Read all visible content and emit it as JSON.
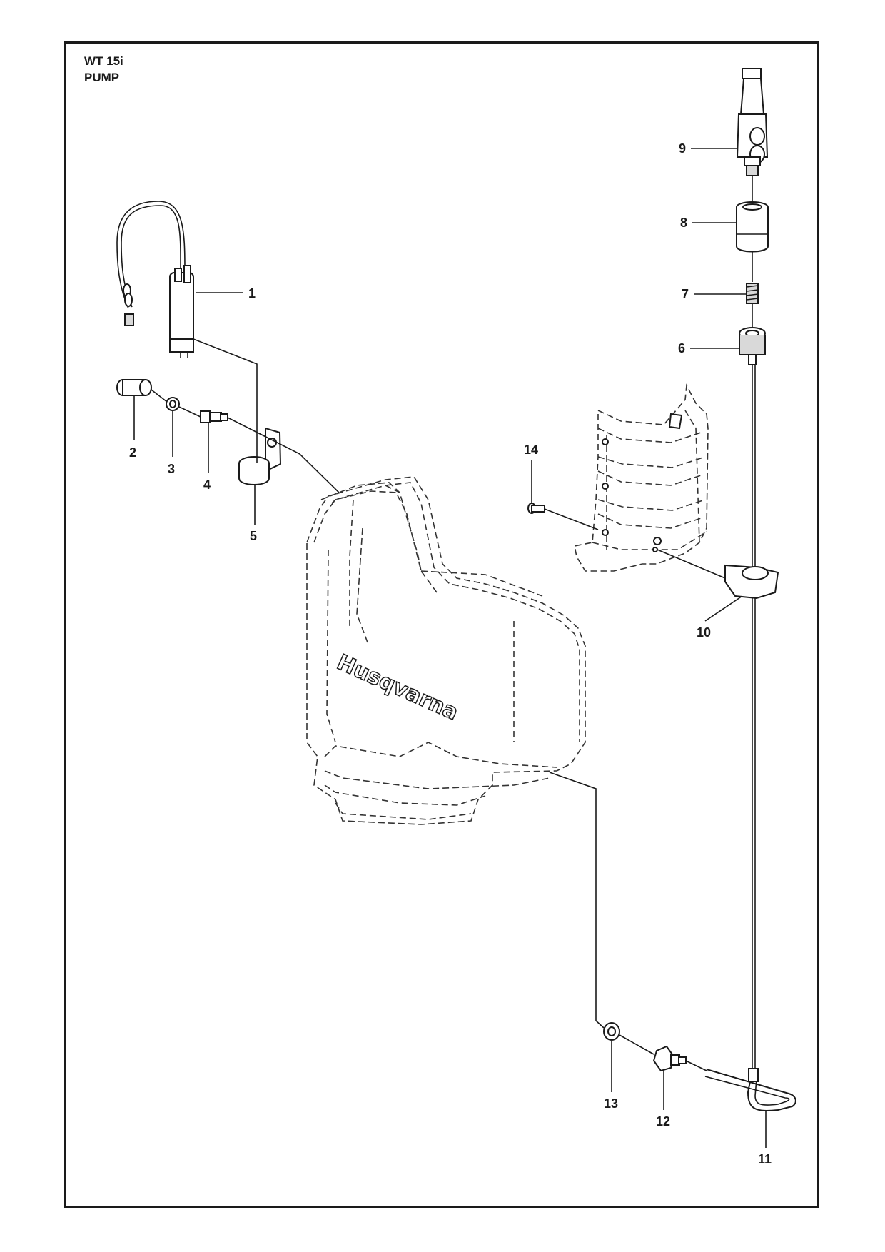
{
  "header": {
    "model": "WT 15i",
    "section": "PUMP"
  },
  "tank_logo": "Husqvarna",
  "callouts": [
    "1",
    "2",
    "3",
    "4",
    "5",
    "6",
    "7",
    "8",
    "9",
    "10",
    "11",
    "12",
    "13",
    "14"
  ]
}
